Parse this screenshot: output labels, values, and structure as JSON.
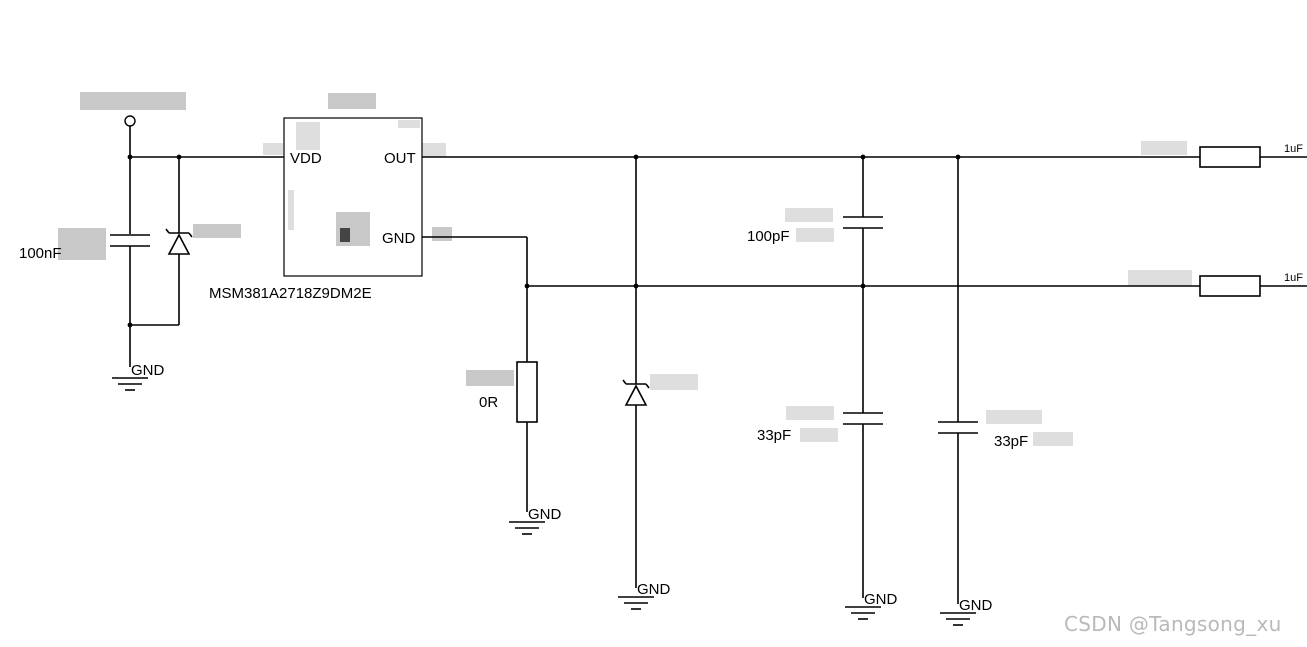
{
  "chip": {
    "part_number": "MSM381A2718Z9DM2E",
    "pins": {
      "vdd": "VDD",
      "out": "OUT",
      "gnd": "GND"
    }
  },
  "components": {
    "c_input": "100nF",
    "c_out1": "100pF",
    "c_out2": "33pF",
    "c_out3": "33pF",
    "r_gnd": "0R",
    "r_out1": "1uF",
    "r_out2": "1uF"
  },
  "ground_labels": [
    "GND",
    "GND",
    "GND",
    "GND",
    "GND"
  ],
  "watermark": "CSDN @Tangsong_xu"
}
